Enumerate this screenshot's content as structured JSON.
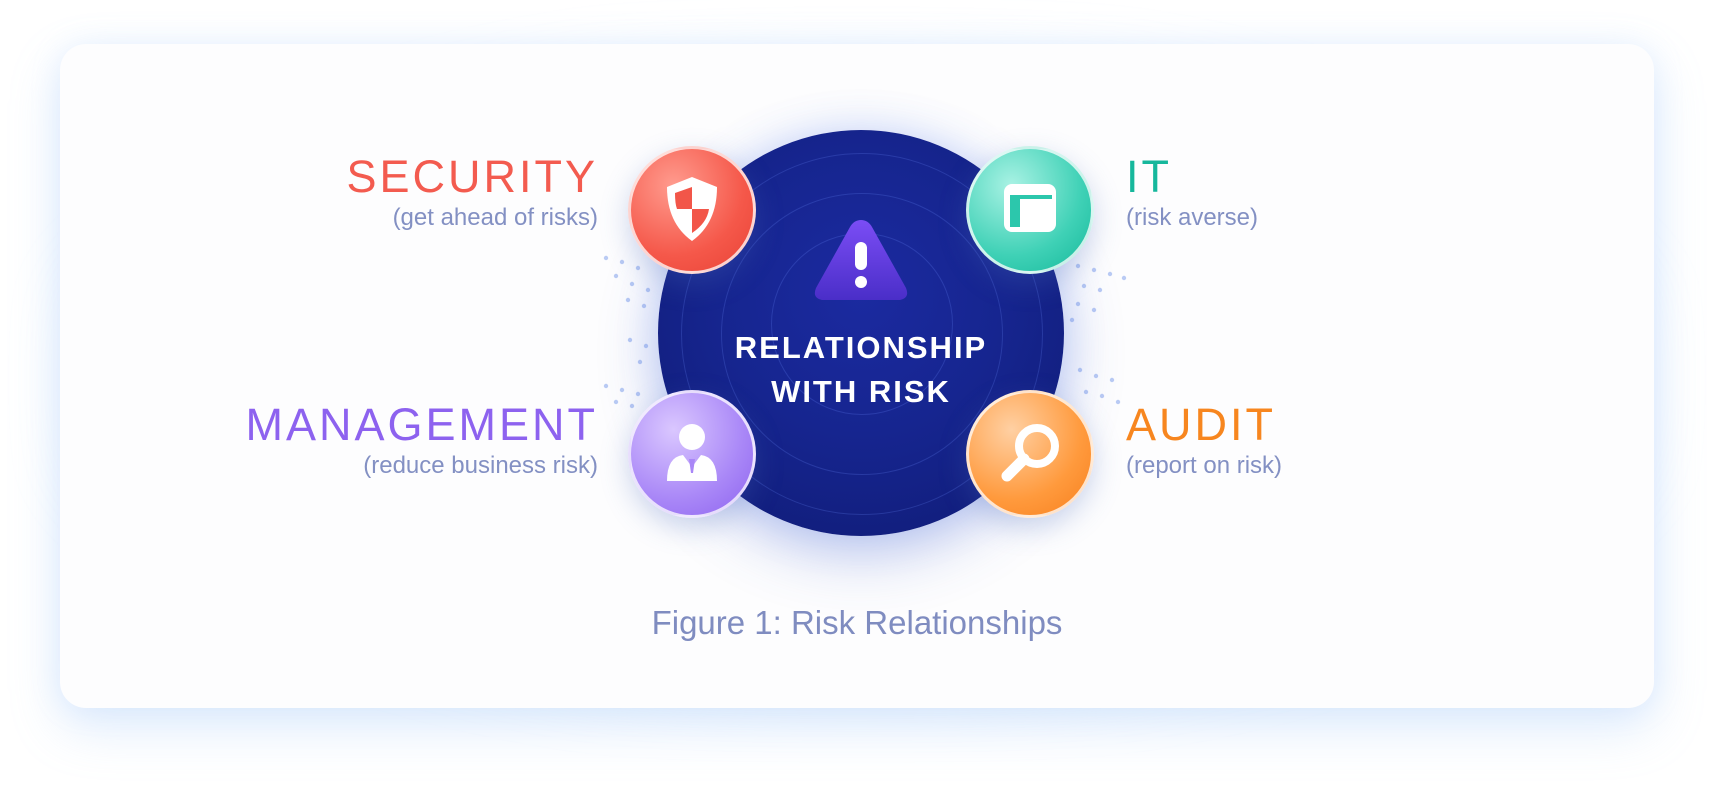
{
  "hub": {
    "title_line1": "RELATIONSHIP",
    "title_line2": "WITH RISK",
    "icon": "warning-triangle-icon",
    "color": "#16258f"
  },
  "nodes": [
    {
      "id": "security",
      "title": "SECURITY",
      "subtitle": "(get ahead of risks)",
      "icon": "shield-icon",
      "color": "#f35b4f"
    },
    {
      "id": "it",
      "title": "IT",
      "subtitle": "(risk averse)",
      "icon": "window-layout-icon",
      "color": "#16b79c"
    },
    {
      "id": "management",
      "title": "MANAGEMENT",
      "subtitle": "(reduce business risk)",
      "icon": "person-icon",
      "color": "#8d62ef"
    },
    {
      "id": "audit",
      "title": "AUDIT",
      "subtitle": "(report on risk)",
      "icon": "magnifier-icon",
      "color": "#f7861f"
    }
  ],
  "caption": "Figure 1: Risk Relationships"
}
